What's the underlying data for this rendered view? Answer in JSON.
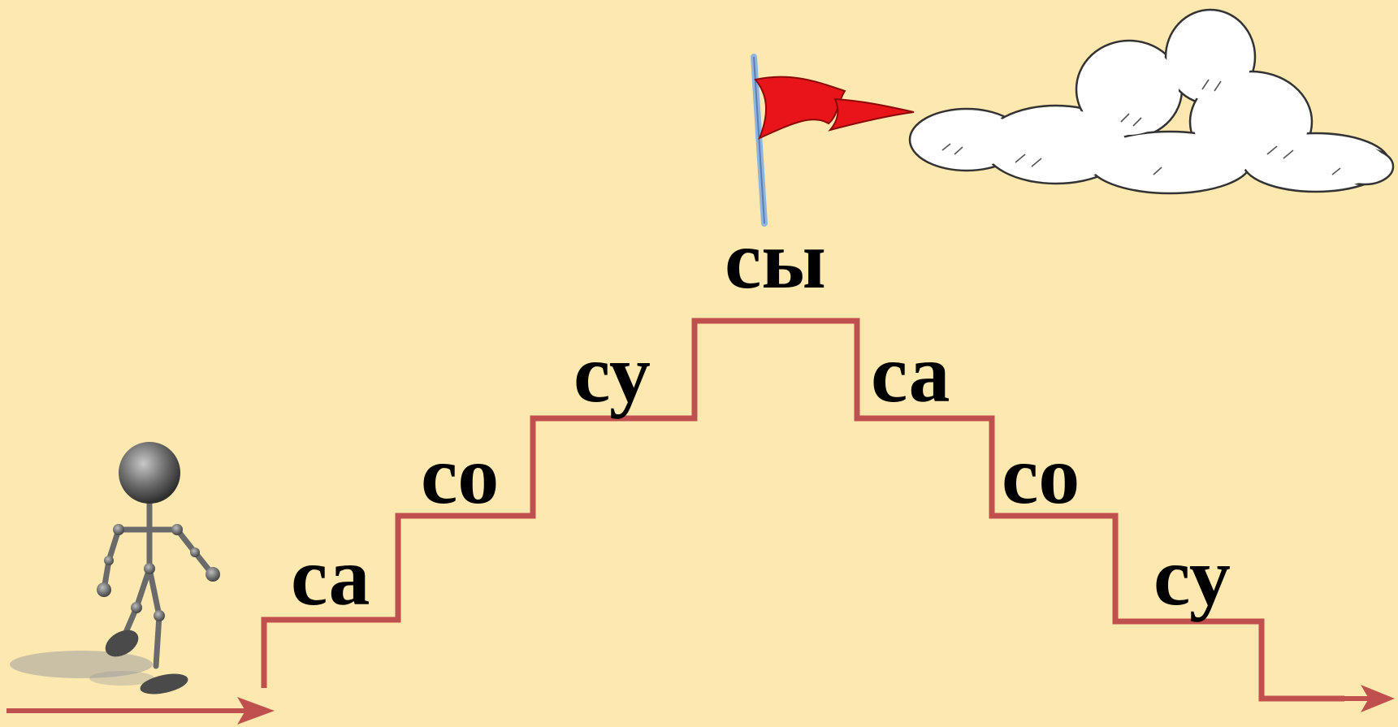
{
  "colors": {
    "background": "#fde9b0",
    "staircase": "#c0504d",
    "arrow": "#c0504d",
    "flag": "#e8141a",
    "pole": "#8fb4e0",
    "text": "#000000"
  },
  "ascending": [
    "са",
    "со",
    "су"
  ],
  "summit": "сы",
  "descending": [
    "са",
    "со",
    "су"
  ],
  "icons": [
    "walking-figure-icon",
    "flag-icon",
    "cloud-icon",
    "arrow-right-icon"
  ]
}
